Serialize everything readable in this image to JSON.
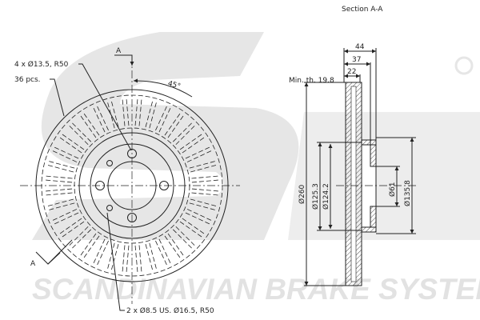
{
  "watermark": {
    "brand_text": "SCANDINAVIAN BRAKE SYSTEMS",
    "logo": "sbs",
    "color": "#e2e2e2"
  },
  "front_view": {
    "section_mark_top": "A",
    "section_mark_bottom": "A",
    "bolt_holes_label": "4 x Ø13.5, R50",
    "vanes_label": "36 pcs.",
    "angle_label": "45°",
    "aux_holes_label": "2 x Ø8.5 US. Ø16.5, R50"
  },
  "section_view": {
    "title": "Section A-A",
    "dim_44": "44",
    "dim_37": "37",
    "dim_22": "22",
    "min_thickness": "Min. th. 19.8",
    "dia_260": "Ø260",
    "dia_125_3": "Ø125.3",
    "dia_124_2": "Ø124.2",
    "dia_61": "Ø61",
    "dia_135_8": "Ø135.8"
  }
}
